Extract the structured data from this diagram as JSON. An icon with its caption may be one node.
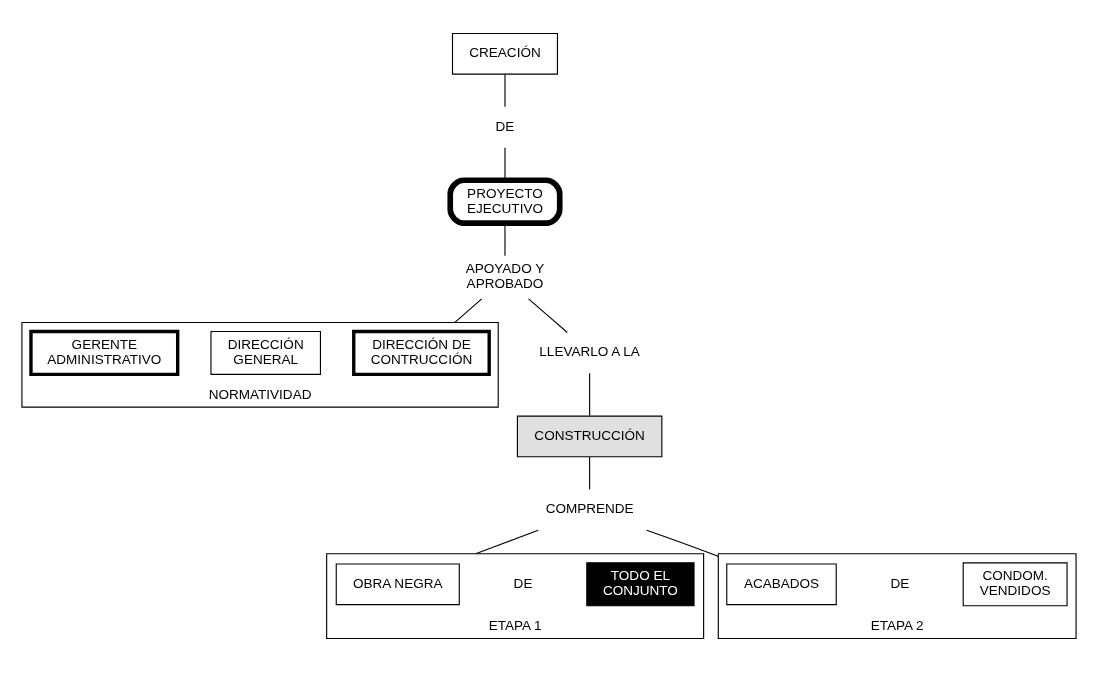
{
  "diagram": {
    "nodes": [
      {
        "text": [
          "CREACIÓN"
        ]
      },
      {
        "text": [
          "DE"
        ]
      },
      {
        "text": [
          "PROYECTO EJECUTIVO"
        ]
      },
      {
        "text": [
          "APOYADO Y APROBADO"
        ]
      },
      {
        "text": [
          "NORMATIVIDAD"
        ]
      },
      {
        "text": [
          "DIRECCIÓN DE CONTRUCCIÓN"
        ],
        "in": 4
      },
      {
        "text": [
          "DIRECCIÓN GENERAL"
        ],
        "in": 4
      },
      {
        "text": [
          "GERENTE ADMINISTRATIVO"
        ],
        "in": 4
      },
      {
        "text": [
          "LLEVARLO A LA"
        ]
      },
      {
        "text": [
          "CONSTRUCCIÓN"
        ]
      },
      {
        "text": [
          "COMPRENDE"
        ]
      },
      {
        "text": [
          "ETAPA 1"
        ]
      },
      {
        "text": [
          "OBRA NEGRA"
        ],
        "in": 11
      },
      {
        "text": [
          "TODO EL CONJUNTO"
        ],
        "in": 11
      },
      {
        "text": [
          "ETAPA 2"
        ]
      },
      {
        "text": [
          "ACABADOS"
        ],
        "in": 14
      },
      {
        "text": [
          "CONDOM. VENDIDOS"
        ],
        "in": 14
      }
    ],
    "edges": [
      {
        "from": 0,
        "to": 1,
        "arrow": "none"
      },
      {
        "from": 1,
        "to": 2,
        "arrow": "none"
      },
      {
        "from": 2,
        "to": 3,
        "arrow": "none"
      },
      {
        "from": 3,
        "to": 4,
        "arrow": "none"
      },
      {
        "from": 3,
        "to": 8,
        "arrow": "none"
      },
      {
        "from": 8,
        "to": 9,
        "arrow": "none"
      },
      {
        "from": 9,
        "to": 10,
        "arrow": "none"
      },
      {
        "from": 10,
        "to": 11,
        "arrow": "none"
      },
      {
        "from": 10,
        "to": 14,
        "arrow": "none"
      }
    ],
    "labels": [
      "DE",
      "DE"
    ]
  }
}
